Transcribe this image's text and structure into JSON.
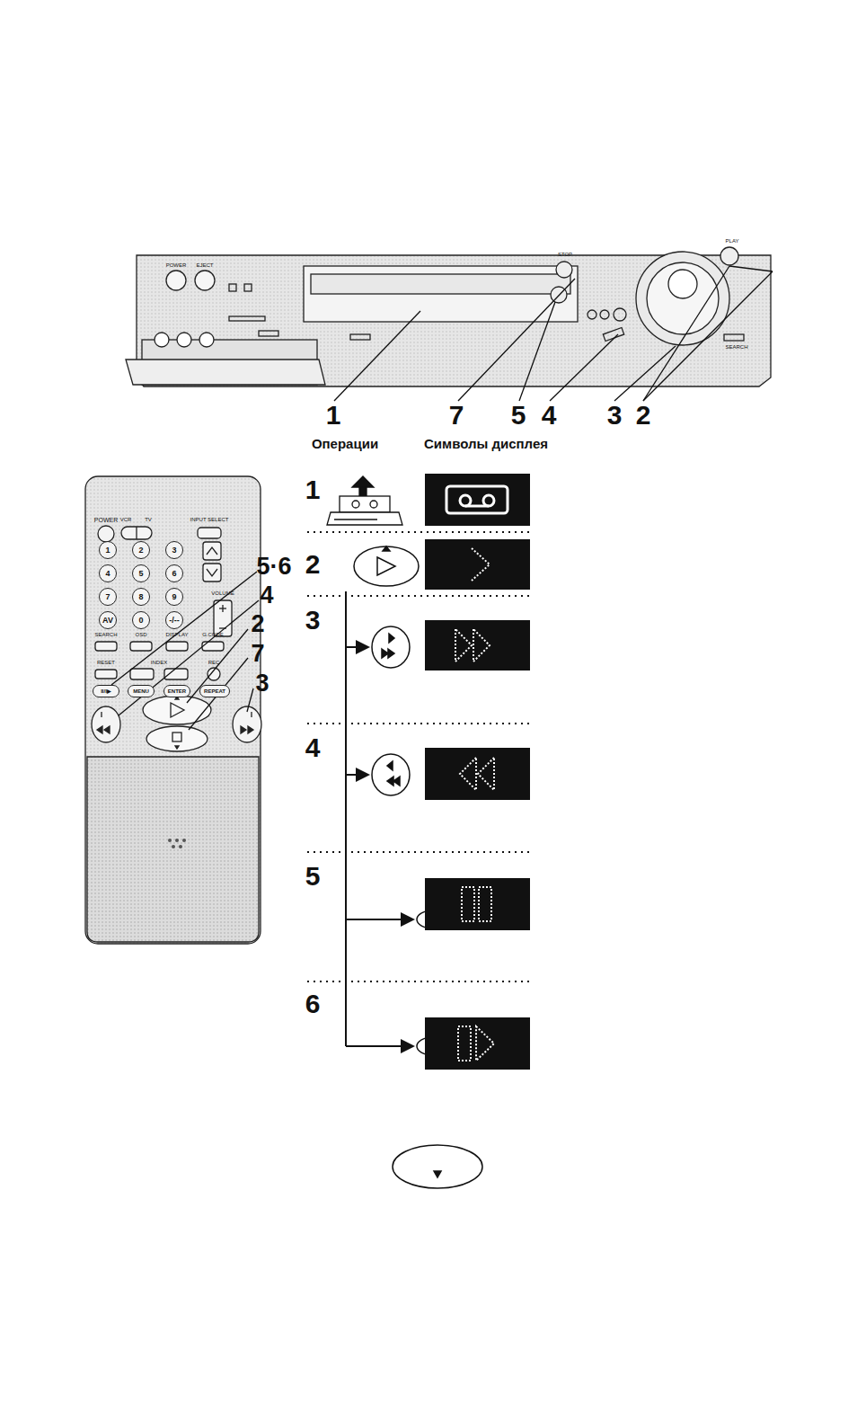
{
  "diagram": {
    "nodes": [
      {
        "text": [
          "1"
        ]
      },
      {
        "text": [
          "2"
        ]
      },
      {
        "text": [
          "3"
        ]
      },
      {
        "text": [
          "4"
        ]
      },
      {
        "text": [
          "5"
        ]
      },
      {
        "text": [
          "6"
        ]
      },
      {
        "text": [
          "7"
        ]
      },
      {
        "text": [
          "8"
        ]
      },
      {
        "text": [
          "9"
        ]
      },
      {
        "text": [
          "AV"
        ]
      },
      {
        "text": [
          "0"
        ]
      },
      {
        "text": [
          "-/--"
        ]
      },
      {
        "text": [
          "II/I▶"
        ]
      },
      {
        "text": [
          "MENU"
        ]
      },
      {
        "text": [
          "ENTER"
        ]
      },
      {
        "text": [
          "REPEAT"
        ]
      }
    ],
    "labels": [
      "1",
      "7",
      "5",
      "4",
      "3",
      "2",
      "Операции",
      "Символы дисплея",
      "POWER",
      "EJECT",
      "STOP",
      "PLAY",
      "SEARCH",
      "5·6",
      "4",
      "2",
      "7",
      "3",
      "POWER",
      "VCR",
      "TV",
      "INPUT SELECT",
      "VOLUME",
      "SEARCH",
      "OSD",
      "DISPLAY",
      "G.CODE",
      "RESET",
      "INDEX",
      "REC",
      "1",
      "2",
      "3",
      "4",
      "5",
      "6",
      "II/I▶",
      "II/I▶"
    ]
  }
}
